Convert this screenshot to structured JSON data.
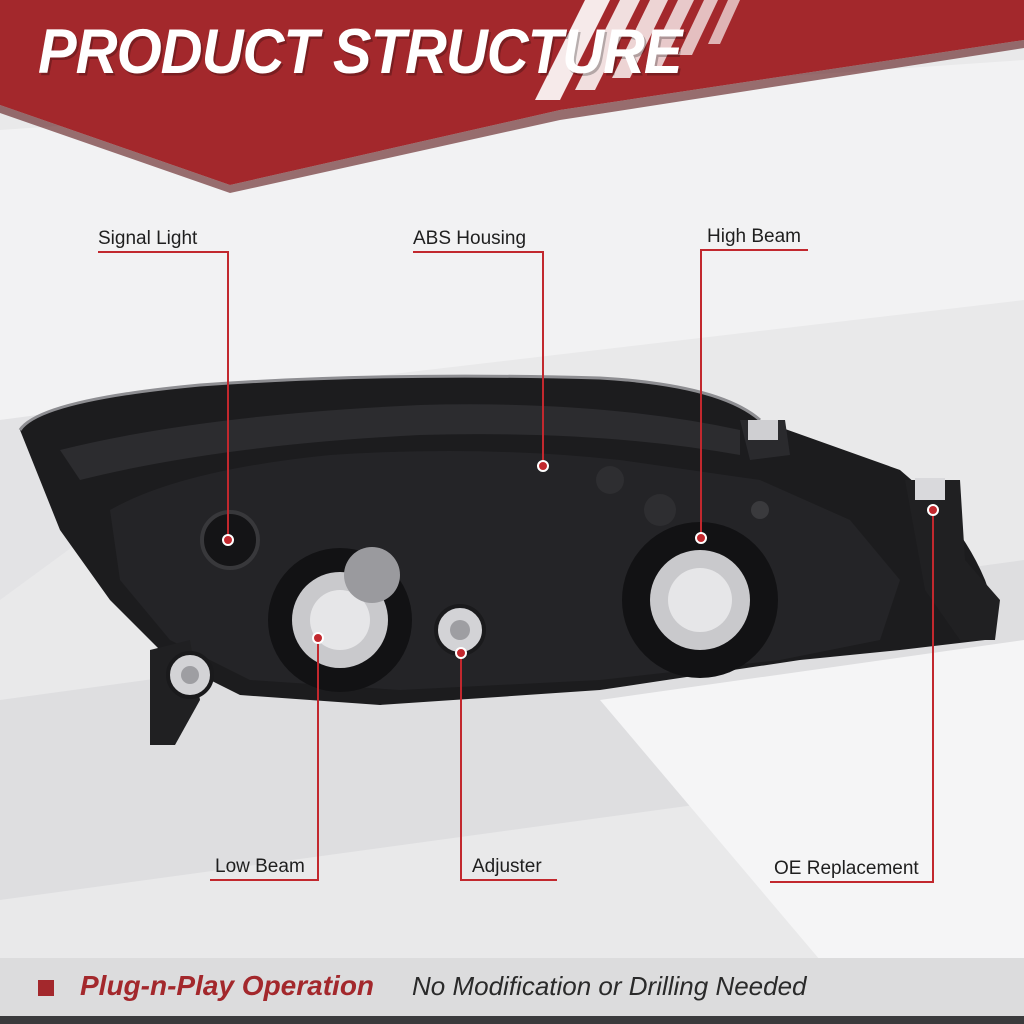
{
  "header": {
    "title": "PRODUCT STRUCTURE"
  },
  "callouts": {
    "signal_light": "Signal Light",
    "abs_housing": "ABS Housing",
    "high_beam": "High Beam",
    "low_beam": "Low Beam",
    "adjuster": "Adjuster",
    "oe_replacement": "OE Replacement"
  },
  "footer": {
    "highlight": "Plug-n-Play Operation",
    "text": "No Modification or Drilling Needed"
  },
  "colors": {
    "accent_red": "#a3282c",
    "housing_black": "#1c1c1e",
    "background": "#e9e9ea"
  }
}
